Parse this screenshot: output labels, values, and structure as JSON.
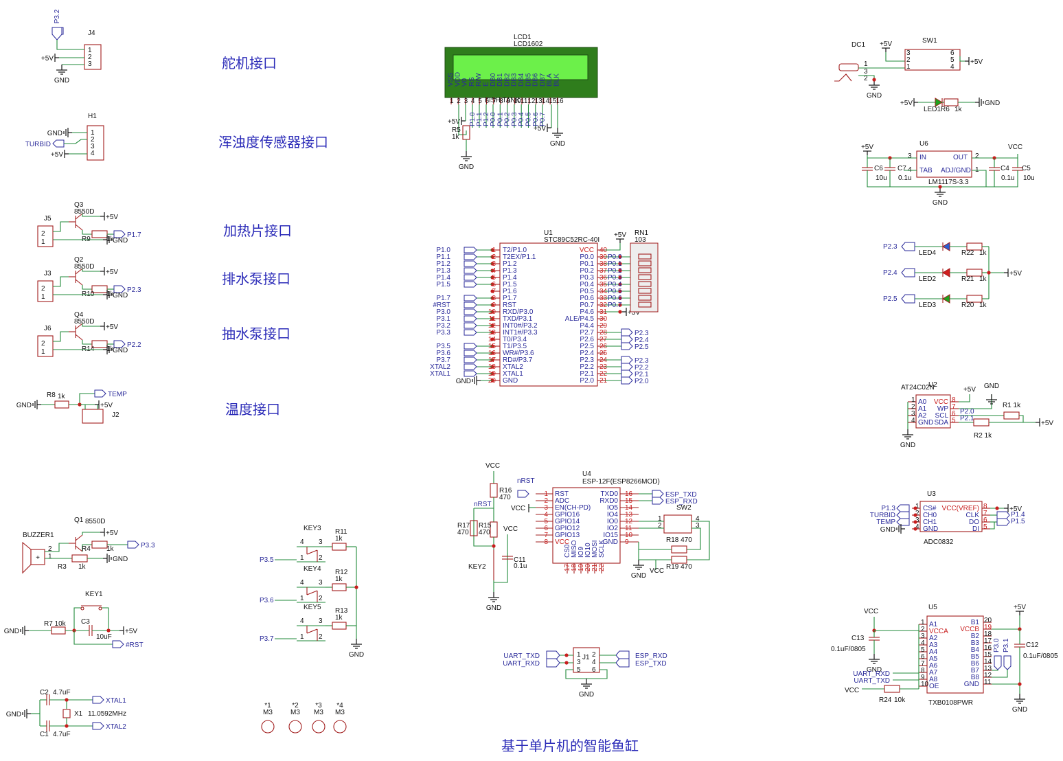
{
  "blocks": {
    "j4": {
      "ref": "J4",
      "net_top": "P3.2",
      "net_pwr": "+5V",
      "gnd": "GND",
      "pins": [
        "1",
        "2",
        "3"
      ]
    },
    "h1": {
      "ref": "H1",
      "net_gnd": "GND",
      "net_sig": "TURBID",
      "net_pwr": "+5V",
      "pins": [
        "1",
        "2",
        "3",
        "4"
      ]
    },
    "j5": {
      "ref": "J5",
      "q": "Q3",
      "qtype": "8550D",
      "r": "R9",
      "rval": "1k",
      "net": "P1.7",
      "pwr": "+5V",
      "gnd": "GND"
    },
    "j3": {
      "ref": "J3",
      "q": "Q2",
      "qtype": "8550D",
      "r": "R10",
      "rval": "1k",
      "net": "P2.3",
      "pwr": "+5V",
      "gnd": "GND"
    },
    "j6": {
      "ref": "J6",
      "q": "Q4",
      "qtype": "8550D",
      "r": "R14",
      "rval": "1k",
      "net": "P2.2",
      "pwr": "+5V",
      "gnd": "GND"
    },
    "temp": {
      "r": "R8",
      "rval": "1k",
      "net": "TEMP",
      "pwr": "+5V",
      "gnd": "GND",
      "ref": "J2"
    },
    "buzzer": {
      "ref": "BUZZER1",
      "q": "Q1",
      "qtype": "8550D",
      "r4": "R4",
      "r3": "R3",
      "rval": "1k",
      "net": "P3.3",
      "pwr": "+5V",
      "gnd": "GND"
    },
    "reset": {
      "key": "KEY1",
      "r": "R7",
      "rval": "10k",
      "c": "C3",
      "cval": "10uF",
      "net": "#RST",
      "pwr": "+5V",
      "gnd": "GND"
    },
    "xtal": {
      "c2": "C2",
      "c1": "C1",
      "cval": "4.7uF",
      "x": "X1",
      "freq": "11.0592MHz",
      "n1": "XTAL1",
      "n2": "XTAL2",
      "gnd": "GND"
    },
    "lcd": {
      "ref": "LCD1",
      "part": "LCD1602",
      "text": "FISH TANK",
      "r": "R5",
      "rval": "1k",
      "pwr": "+5V",
      "gnd": "GND",
      "pins": [
        "VSS",
        "VDD",
        "V0",
        "RS",
        "R/W",
        "E",
        "DB0",
        "DB1",
        "DB2",
        "DB3",
        "DB4",
        "DB5",
        "DB6",
        "DB7",
        "BLA",
        "BLK"
      ],
      "nets": [
        "P1.0",
        "P1.1",
        "P1.2",
        "P0.0",
        "P0.1",
        "P0.2",
        "P0.3",
        "P0.4",
        "P0.5",
        "P0.6",
        "P0.7"
      ]
    },
    "u1": {
      "ref": "U1",
      "part": "STC89C52RC-40I",
      "rn": "RN1",
      "rnval": "103",
      "pwr": "+5V",
      "gnd": "GND",
      "left": [
        [
          "1",
          "T2/P1.0",
          "P1.0"
        ],
        [
          "2",
          "T2EX/P1.1",
          "P1.1"
        ],
        [
          "3",
          "P1.2",
          "P1.2"
        ],
        [
          "4",
          "P1.3",
          "P1.3"
        ],
        [
          "5",
          "P1.4",
          "P1.4"
        ],
        [
          "6",
          "P1.5",
          "P1.5"
        ],
        [
          "7",
          "P1.6",
          ""
        ],
        [
          "8",
          "P1.7",
          "P1.7"
        ],
        [
          "9",
          "RST",
          "#RST"
        ],
        [
          "10",
          "RXD/P3.0",
          "P3.0"
        ],
        [
          "11",
          "TXD/P3.1",
          "P3.1"
        ],
        [
          "12",
          "INT0#/P3.2",
          "P3.2"
        ],
        [
          "13",
          "INT1#/P3.3",
          "P3.3"
        ],
        [
          "14",
          "T0/P3.4",
          ""
        ],
        [
          "15",
          "T1/P3.5",
          "P3.5"
        ],
        [
          "16",
          "WR#/P3.6",
          "P3.6"
        ],
        [
          "17",
          "RD#/P3.7",
          "P3.7"
        ],
        [
          "18",
          "XTAL2",
          "XTAL2"
        ],
        [
          "19",
          "XTAL1",
          "XTAL1"
        ],
        [
          "20",
          "GND",
          "GND"
        ]
      ],
      "right": [
        [
          "40",
          "VCC",
          ""
        ],
        [
          "39",
          "P0.0",
          "P0.0"
        ],
        [
          "38",
          "P0.1",
          "P0.1"
        ],
        [
          "37",
          "P0.2",
          "P0.2"
        ],
        [
          "36",
          "P0.3",
          "P0.3"
        ],
        [
          "35",
          "P0.4",
          "P0.4"
        ],
        [
          "34",
          "P0.5",
          "P0.5"
        ],
        [
          "33",
          "P0.6",
          "P0.6"
        ],
        [
          "32",
          "P0.7",
          "P0.7"
        ],
        [
          "31",
          "P4.6",
          "+5V"
        ],
        [
          "30",
          "ALE/P4.5",
          ""
        ],
        [
          "29",
          "P4.4",
          ""
        ],
        [
          "28",
          "P2.7",
          "P2.3"
        ],
        [
          "27",
          "P2.6",
          "P2.4"
        ],
        [
          "26",
          "P2.5",
          "P2.5"
        ],
        [
          "25",
          "P2.4",
          ""
        ],
        [
          "24",
          "P2.3",
          "P2.3"
        ],
        [
          "23",
          "P2.2",
          "P2.2"
        ],
        [
          "22",
          "P2.1",
          "P2.1"
        ],
        [
          "21",
          "P2.0",
          "P2.0"
        ]
      ]
    },
    "esp": {
      "ref": "U4",
      "part": "ESP-12F(ESP8266MOD)",
      "r16": "R16",
      "r16val": "470",
      "r17": "R17",
      "r17val": "470",
      "r15": "R15",
      "r15val": "470",
      "c11": "C11",
      "c11val": "0.1u",
      "key": "KEY2",
      "vcc": "VCC",
      "nrst": "nRST",
      "gnd": "GND",
      "sw": "SW2",
      "r18": "R18 470",
      "r19": "R19 470",
      "left": [
        [
          "1",
          "RST"
        ],
        [
          "2",
          "ADC"
        ],
        [
          "3",
          "EN(CH-PD)"
        ],
        [
          "4",
          "GPIO16"
        ],
        [
          "5",
          "GPIO14"
        ],
        [
          "6",
          "GPIO12"
        ],
        [
          "7",
          "GPIO13"
        ],
        [
          "8",
          "VCC"
        ]
      ],
      "right": [
        [
          "16",
          "TXD0"
        ],
        [
          "15",
          "RXD0"
        ],
        [
          "14",
          "IO5"
        ],
        [
          "13",
          "IO4"
        ],
        [
          "12",
          "IO0"
        ],
        [
          "11",
          "IO2"
        ],
        [
          "10",
          "IO15"
        ],
        [
          "9",
          "GND"
        ]
      ],
      "bottom": [
        [
          "17",
          "CS0"
        ],
        [
          "18",
          "MISO"
        ],
        [
          "19",
          "IO9"
        ],
        [
          "20",
          "IO10"
        ],
        [
          "21",
          "MOSI"
        ],
        [
          "22",
          "SCLK"
        ]
      ],
      "n_txd": "ESP_TXD",
      "n_rxd": "ESP_RXD"
    },
    "keys": {
      "items": [
        [
          "KEY3",
          "R11",
          "P3.5"
        ],
        [
          "KEY4",
          "R12",
          "P3.6"
        ],
        [
          "KEY5",
          "R13",
          "P3.7"
        ]
      ],
      "rval": "1k",
      "gnd": "GND"
    },
    "holes": [
      "*1",
      "*2",
      "*3",
      "*4"
    ],
    "hole_label": "M3",
    "j1": {
      "ref": "J1",
      "l1": "UART_TXD",
      "l2": "UART_RXD",
      "r1": "ESP_RXD",
      "r2": "ESP_TXD",
      "gnd": "GND",
      "pins": [
        "1",
        "2",
        "3",
        "4",
        "5",
        "6"
      ]
    },
    "power": {
      "dc": "DC1",
      "sw": "SW1",
      "led": "LED1",
      "r": "R6",
      "rval": "1k",
      "pwr": "+5V",
      "gnd": "GND"
    },
    "ldo": {
      "ref": "U6",
      "part": "LM1117S-3.3",
      "in": "IN",
      "out": "OUT",
      "tab": "TAB",
      "adj": "ADJ/GND",
      "c6": "C6",
      "c6v": "10u",
      "c7": "C7",
      "c7v": "0.1u",
      "c4": "C4",
      "c4v": "0.1u",
      "c5": "C5",
      "c5v": "10u",
      "pwr": "+5V",
      "vcc": "VCC",
      "gnd": "GND"
    },
    "leds": {
      "items": [
        [
          "P2.3",
          "LED4",
          "R22"
        ],
        [
          "P2.4",
          "LED2",
          "R21"
        ],
        [
          "P2.5",
          "LED3",
          "R20"
        ]
      ],
      "rval": "1k",
      "pwr": "+5V"
    },
    "eeprom": {
      "ref": "U2",
      "part": "AT24C02N",
      "r1": "R1 1k",
      "r2": "R2 1k",
      "pwr": "+5V",
      "gnd": "GND",
      "n0": "P2.0",
      "n1": "P2.1",
      "left": [
        [
          "1",
          "A0"
        ],
        [
          "2",
          "A1"
        ],
        [
          "3",
          "A2"
        ],
        [
          "4",
          "GND"
        ]
      ],
      "right": [
        [
          "8",
          "VCC"
        ],
        [
          "7",
          "WP"
        ],
        [
          "6",
          "SCL"
        ],
        [
          "5",
          "SDA"
        ]
      ]
    },
    "adc": {
      "ref": "U3",
      "part": "ADC0832",
      "pwr": "+5V",
      "gnd": "GND",
      "left": [
        [
          "1",
          "CS#",
          "P1.3"
        ],
        [
          "2",
          "CH0",
          "TURBID"
        ],
        [
          "3",
          "CH1",
          "TEMP"
        ],
        [
          "4",
          "GND",
          "GND"
        ]
      ],
      "right": [
        [
          "8",
          "VCC(VREF)",
          "+5V"
        ],
        [
          "7",
          "CLK",
          "P1.4"
        ],
        [
          "6",
          "DO",
          "P1.5"
        ],
        [
          "5",
          "DI",
          ""
        ]
      ]
    },
    "lvl": {
      "ref": "U5",
      "part": "TXB0108PWR",
      "c13": "C13",
      "c13v": "0.1uF/0805",
      "c12": "C12",
      "c12v": "0.1uF/0805",
      "r24": "R24",
      "r24v": "10k",
      "vcc": "VCC",
      "pwr": "+5V",
      "gnd": "GND",
      "n30": "P3.0",
      "n31": "P3.1",
      "ntx": "UART_TXD",
      "nrx": "UART_RXD",
      "left": [
        [
          "1",
          "A1"
        ],
        [
          "2",
          "VCCA"
        ],
        [
          "3",
          "A2"
        ],
        [
          "4",
          "A3"
        ],
        [
          "5",
          "A4"
        ],
        [
          "6",
          "A5"
        ],
        [
          "7",
          "A6"
        ],
        [
          "8",
          "A7"
        ],
        [
          "9",
          "A8"
        ],
        [
          "10",
          "OE"
        ]
      ],
      "right": [
        [
          "20",
          "B1"
        ],
        [
          "19",
          "VCCB"
        ],
        [
          "18",
          "B2"
        ],
        [
          "17",
          "B3"
        ],
        [
          "16",
          "B4"
        ],
        [
          "15",
          "B5"
        ],
        [
          "14",
          "B6"
        ],
        [
          "13",
          "B7"
        ],
        [
          "12",
          "B8"
        ],
        [
          "11",
          "GND"
        ]
      ]
    }
  },
  "captions": {
    "servo": "舵机接口",
    "turbid": "浑浊度传感器接口",
    "heater": "加热片接口",
    "drain": "排水泵接口",
    "pump": "抽水泵接口",
    "temp": "温度接口",
    "title": "基于单片机的智能鱼缸"
  }
}
